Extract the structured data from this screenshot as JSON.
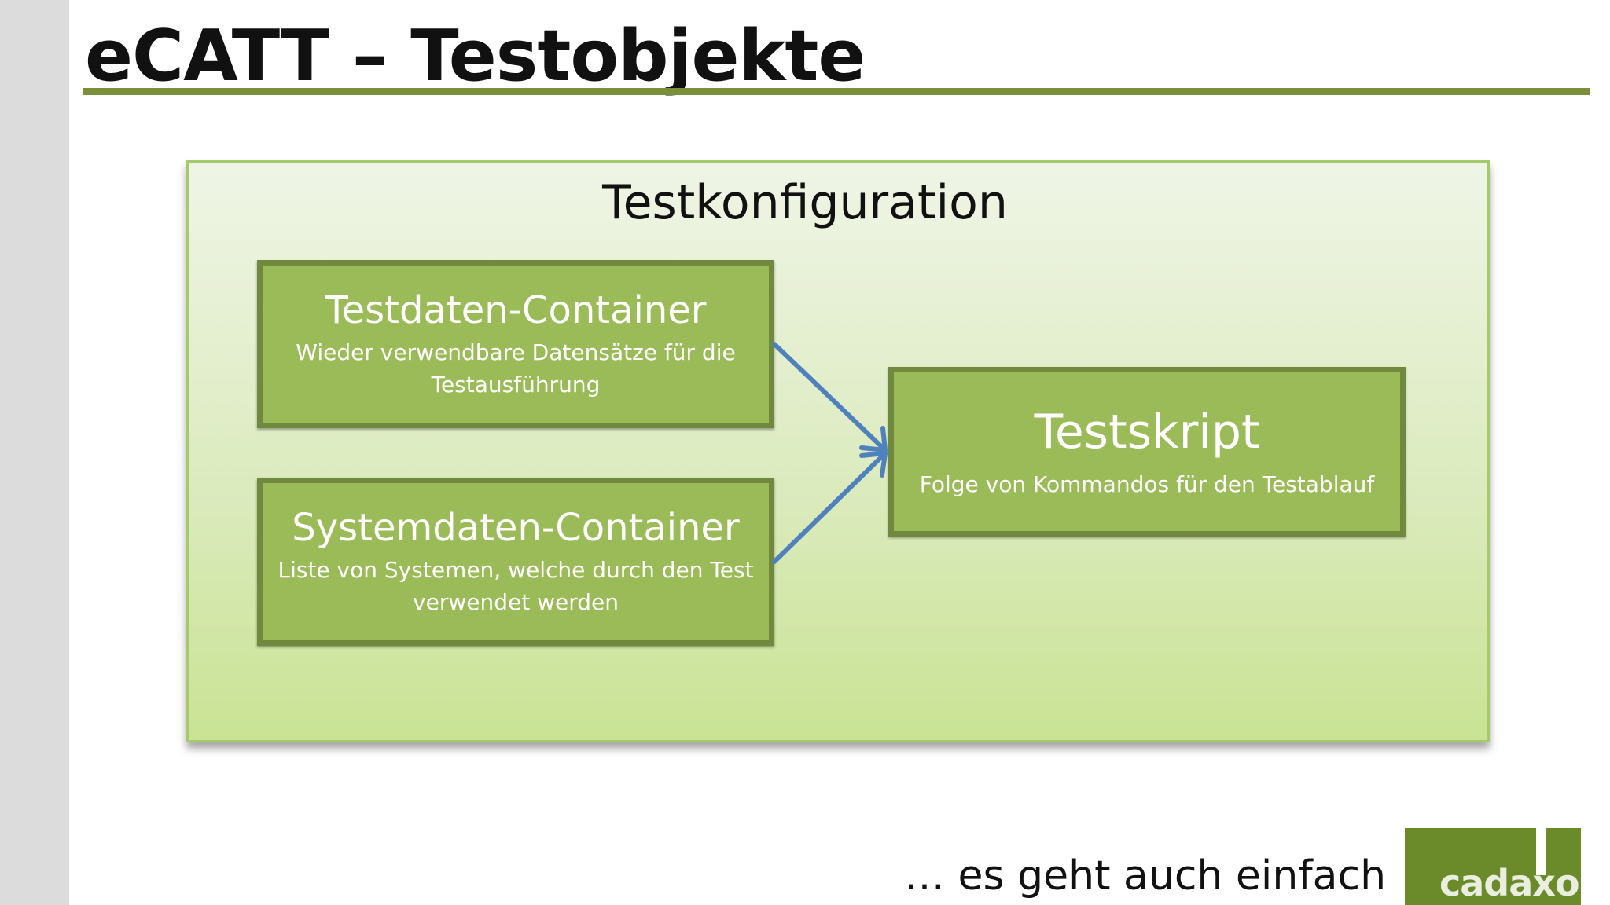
{
  "slide": {
    "title": "eCATT – Testobjekte",
    "footer": "… es geht auch einfach",
    "logo_text": "cadaxo"
  },
  "diagram": {
    "container_title": "Testkonfiguration",
    "nodes": [
      {
        "id": "testdaten",
        "title": "Testdaten-Container",
        "description": "Wieder verwendbare Datensätze für die Testausführung"
      },
      {
        "id": "systemdaten",
        "title": "Systemdaten-Container",
        "description": "Liste von Systemen, welche durch den Test verwendet werden"
      },
      {
        "id": "testskript",
        "title": "Testskript",
        "description": "Folge von Kommandos für den Testablauf"
      }
    ],
    "edges": [
      {
        "from": "testdaten",
        "to": "testskript"
      },
      {
        "from": "systemdaten",
        "to": "testskript"
      }
    ]
  },
  "colors": {
    "title_rule": "#7b8f3a",
    "node_fill": "#9bbb59",
    "node_border": "#71893f",
    "arrow": "#4f81bd",
    "logo": "#6b8a2a"
  }
}
